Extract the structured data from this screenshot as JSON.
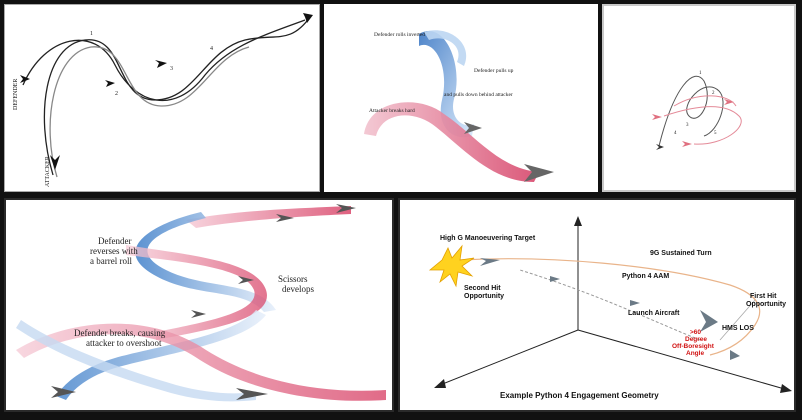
{
  "panel1": {
    "side_label_top": "DEFENDER",
    "side_label_bottom": "ATTACKER",
    "marks": [
      "1",
      "2",
      "3",
      "4"
    ]
  },
  "panel2": {
    "labels": {
      "defender_rolls": "Defender rolls inverted",
      "defender_pulls": "Defender pulls up",
      "pulls_down": "and pulls down behind attacker",
      "attacker_breaks": "Attacker breaks hard"
    }
  },
  "panel3": {
    "marks": [
      "1",
      "2",
      "3",
      "4",
      "5"
    ]
  },
  "panel4": {
    "labels": {
      "reverses_1": "Defender",
      "reverses_2": "reverses with",
      "reverses_3": "a barrel roll",
      "scissors_1": "Scissors",
      "scissors_2": "develops",
      "breaks_1": "Defender breaks, causing",
      "breaks_2": "attacker to overshoot"
    },
    "colors": {
      "red": "#d9466a",
      "blue": "#3f7fc9"
    }
  },
  "panel5": {
    "title": "Example Python 4 Engagement Geometry",
    "labels": {
      "target": "High G Manoeuvering Target",
      "sustained_turn": "9G Sustained Turn",
      "python_aam": "Python 4 AAM",
      "first_hit_1": "First Hit",
      "first_hit_2": "Opportunity",
      "second_hit_1": "Second Hit",
      "second_hit_2": "Opportunity",
      "launch": "Launch Aircraft",
      "hms_los": "HMS LOS",
      "angle_1": ">60",
      "angle_2": "Degree",
      "angle_3": "Off-Boresight",
      "angle_4": "Angle"
    },
    "colors": {
      "angle_text": "#d01010",
      "explosion": "#ffd21f"
    }
  }
}
